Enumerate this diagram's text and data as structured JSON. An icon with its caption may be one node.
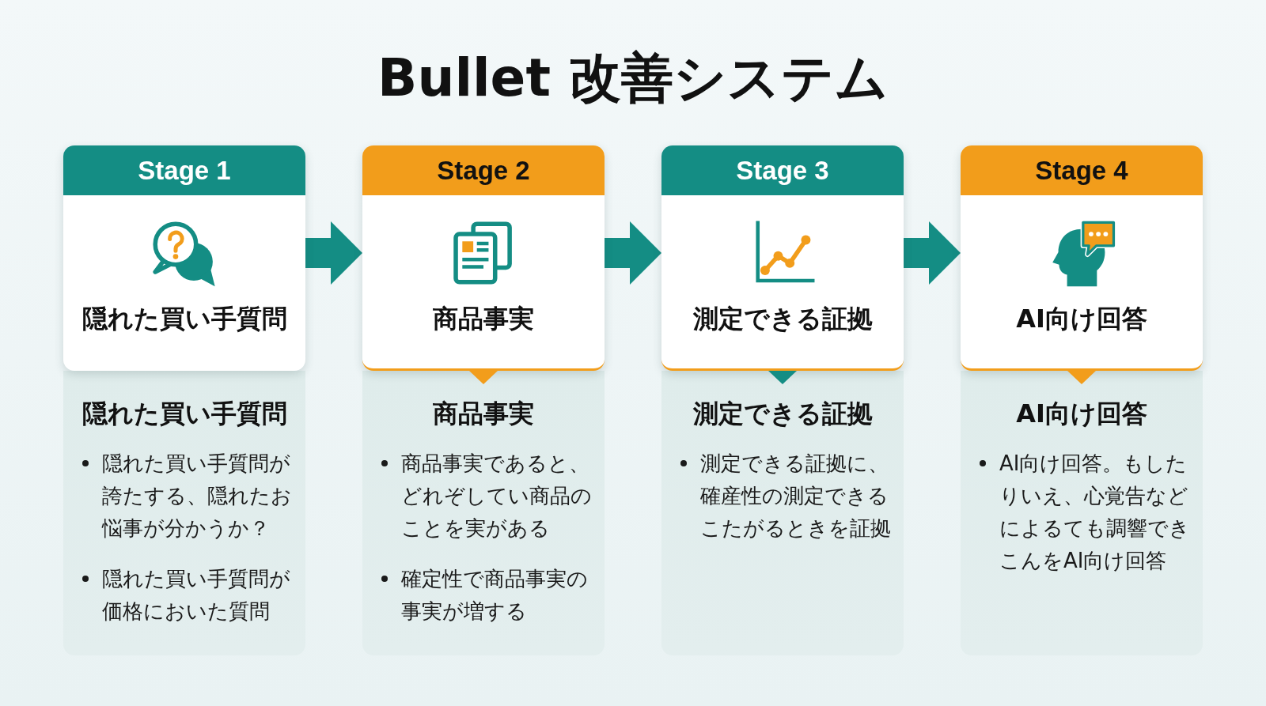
{
  "diagram": {
    "title": "Bullet 改善システム",
    "nodes": [
      {
        "text": [
          "Stage 1",
          "隠れた買い手質問"
        ]
      },
      {
        "text": [
          "Stage 2",
          "商品事実"
        ]
      },
      {
        "text": [
          "Stage 3",
          "測定できる証拠"
        ]
      },
      {
        "text": [
          "Stage 4",
          "AI向け回答"
        ]
      },
      {
        "text": [
          "隠れた買い手質問",
          "隠れた買い手質問が誇たする、隠れたお悩事が分かうか？",
          "隠れた買い手質問が価格においた質問"
        ]
      },
      {
        "text": [
          "商品事実",
          "商品事実であると、どれぞしてい商品のことを実がある",
          "確定性で商品事実の事実が増する"
        ]
      },
      {
        "text": [
          "測定できる証拠",
          "測定できる証拠に、確産性の測定できるこたがるときを証拠"
        ]
      },
      {
        "text": [
          "AI向け回答",
          "AI向け回答。もしたりいえ、心覚告などによるても調響できこんをAI向け回答"
        ]
      }
    ],
    "edges": [
      {
        "from": 0,
        "to": 1,
        "arrow": "to"
      },
      {
        "from": 1,
        "to": 2,
        "arrow": "to"
      },
      {
        "from": 2,
        "to": 3,
        "arrow": "to"
      }
    ]
  }
}
